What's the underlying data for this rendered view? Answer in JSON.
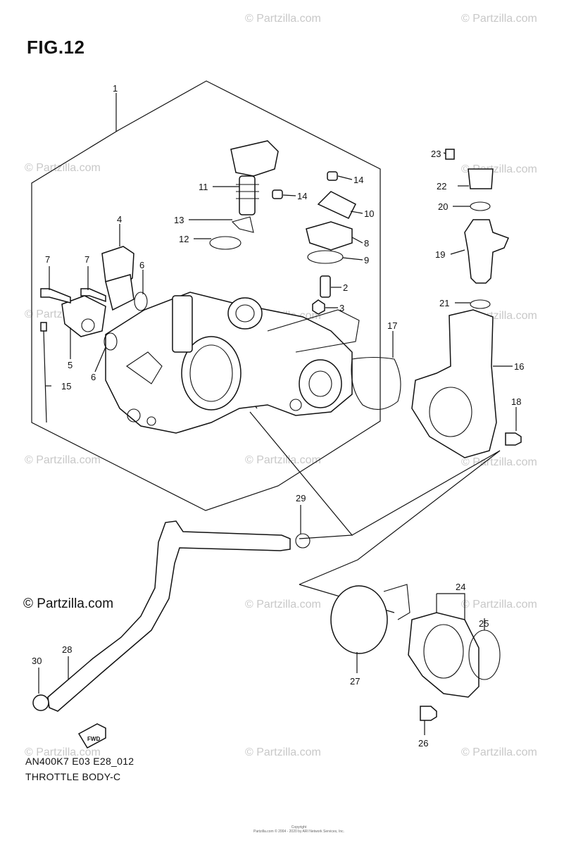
{
  "figure": {
    "title": "FIG.12",
    "model_code": "AN400K7 E03 E28_012",
    "section_name": "THROTTLE BODY-C",
    "copyright": "© Partzilla.com",
    "watermark": "© Partzilla.com",
    "tiny_copyright_1": "Copyright",
    "tiny_copyright_2": "Partzilla.com © 2004 - 2020 by ARI Network Services, Inc.",
    "fwd_label": "FWD"
  },
  "callouts": [
    "1",
    "2",
    "3",
    "4",
    "5",
    "6",
    "6",
    "7",
    "7",
    "8",
    "9",
    "10",
    "11",
    "12",
    "13",
    "14",
    "14",
    "15",
    "16",
    "17",
    "18",
    "19",
    "20",
    "21",
    "22",
    "23",
    "24",
    "25",
    "26",
    "27",
    "28",
    "29",
    "30"
  ]
}
